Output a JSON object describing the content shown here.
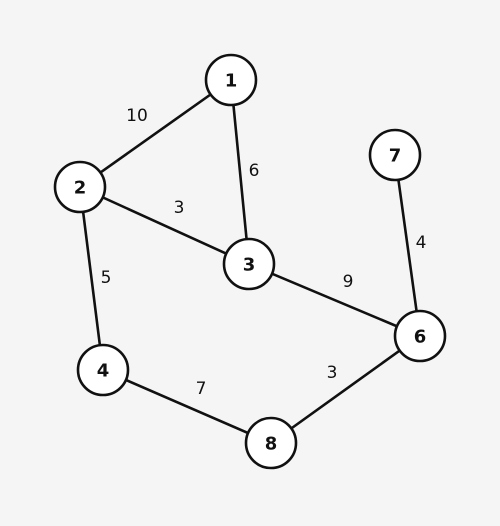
{
  "graph": {
    "nodes": [
      {
        "id": "1",
        "label": "1"
      },
      {
        "id": "2",
        "label": "2"
      },
      {
        "id": "3",
        "label": "3"
      },
      {
        "id": "4",
        "label": "4"
      },
      {
        "id": "6",
        "label": "6"
      },
      {
        "id": "7",
        "label": "7"
      },
      {
        "id": "8",
        "label": "8"
      }
    ],
    "edges": [
      {
        "from": "1",
        "to": "2",
        "weight": "10"
      },
      {
        "from": "1",
        "to": "3",
        "weight": "6"
      },
      {
        "from": "2",
        "to": "3",
        "weight": "3"
      },
      {
        "from": "2",
        "to": "4",
        "weight": "5"
      },
      {
        "from": "3",
        "to": "6",
        "weight": "9"
      },
      {
        "from": "7",
        "to": "6",
        "weight": "4"
      },
      {
        "from": "4",
        "to": "8",
        "weight": "7"
      },
      {
        "from": "8",
        "to": "6",
        "weight": "3"
      }
    ],
    "colors": {
      "background": "#f5f5f5",
      "stroke": "#111111",
      "node_fill": "#ffffff"
    }
  }
}
